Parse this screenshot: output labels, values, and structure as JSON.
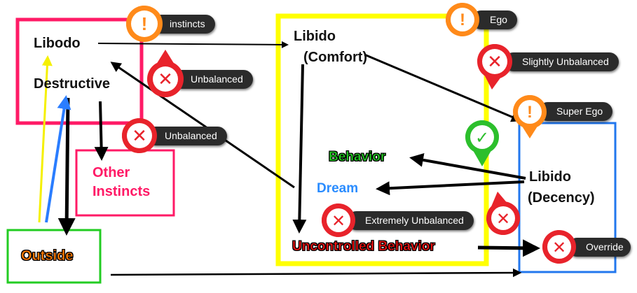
{
  "nodes": {
    "libodo": "Libodo",
    "destructive": "Destructive",
    "other_instincts_line1": "Other",
    "other_instincts_line2": "Instincts",
    "outside": "Outside",
    "libido_comfort_line1": "Libido",
    "libido_comfort_line2": "(Comfort)",
    "behavior": "Behavior",
    "dream": "Dream",
    "uncontrolled_behavior": "Uncontrolled Behavior",
    "libido_decency_line1": "Libido",
    "libido_decency_line2": "(Decency)"
  },
  "tags": {
    "instincts": "instincts",
    "ego": "Ego",
    "unbalanced_1": "Unbalanced",
    "unbalanced_2": "Unbalanced",
    "slightly_unbalanced": "Slightly Unbalanced",
    "super_ego": "Super Ego",
    "extremely_unbalanced": "Extremely Unbalanced",
    "override": "Override"
  },
  "badge_icons": {
    "warning": "exclamation-icon",
    "error": "x-icon",
    "ok": "check-icon"
  },
  "colors": {
    "instincts_box": "#ff1a66",
    "other_instincts_box": "#ff1a66",
    "outside_box": "#22cc22",
    "ego_box": "#ffff00",
    "super_ego_box": "#2277ee",
    "other_instincts_text": "#ff1a66",
    "outside_text": "#ff7a00",
    "behavior_text": "#22cc22",
    "dream_text": "#2a8cff",
    "uncontrolled_text": "#ee1111",
    "warning_badge": "#ff8a1a",
    "error_badge": "#e8232b",
    "ok_badge": "#2cbf2c",
    "tag_bg": "#2b2b2b"
  }
}
